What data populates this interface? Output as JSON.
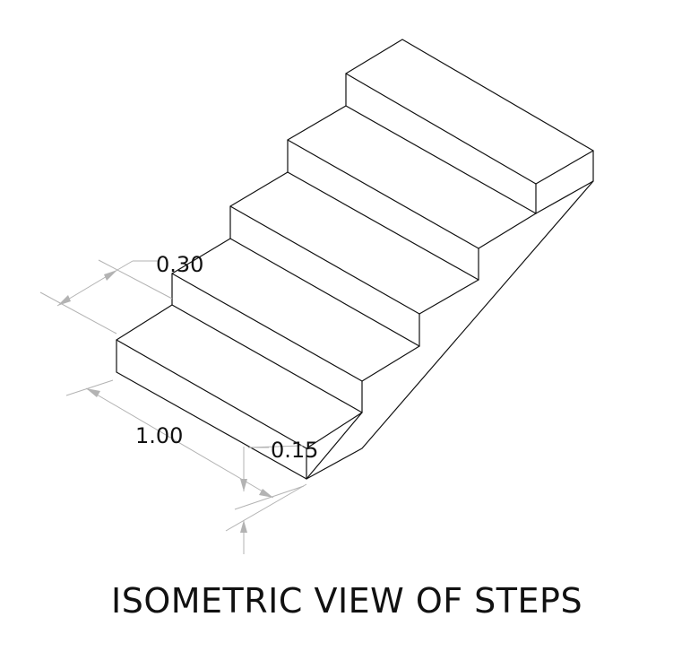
{
  "diagram": {
    "dimensions": {
      "tread": "0.30",
      "width": "1.00",
      "rise": "0.15"
    }
  },
  "caption": "ISOMETRIC VIEW OF STEPS",
  "colors": {
    "line": "#111111",
    "dimension_line": "#b3b3b3",
    "background": "#ffffff"
  }
}
